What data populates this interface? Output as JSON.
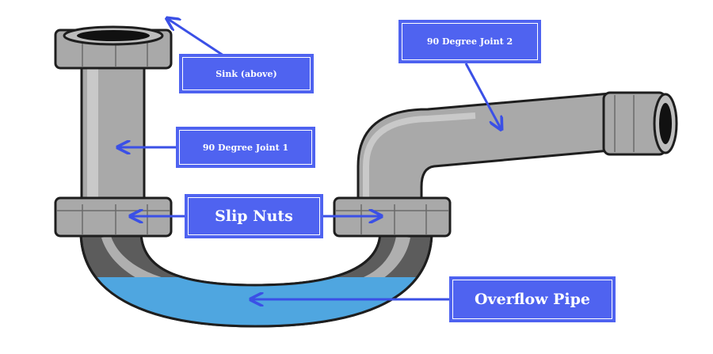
{
  "labels": {
    "sink": "Sink (above)",
    "joint1": "90 Degree Joint 1",
    "joint2": "90 Degree Joint 2",
    "slip_nuts": "Slip Nuts",
    "overflow": "Overflow Pipe"
  },
  "colors": {
    "label_box": "#4f63f0",
    "arrow": "#3b50e6",
    "pipe": "#a9a9a9",
    "pipe_dark": "#5c5c5c",
    "water": "#4fa6e0",
    "outline": "#1e1e1e"
  }
}
